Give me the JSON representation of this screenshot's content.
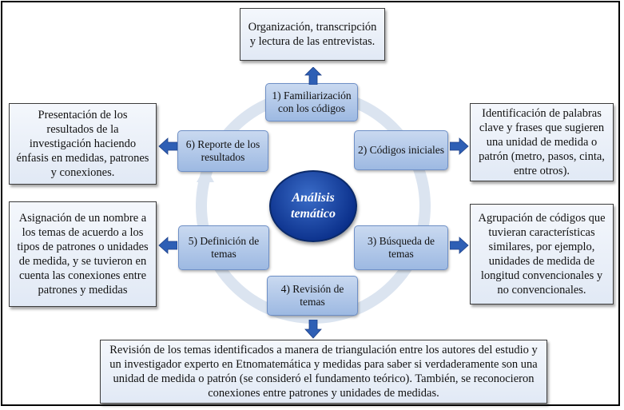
{
  "center": {
    "label": "Análisis temático"
  },
  "steps": [
    {
      "label": "1) Familiarización con los códigos"
    },
    {
      "label": "2) Códigos iniciales"
    },
    {
      "label": "3) Búsqueda de temas"
    },
    {
      "label": "4) Revisión de temas"
    },
    {
      "label": "5) Definición de temas"
    },
    {
      "label": "6) Reporte de los resultados"
    }
  ],
  "notes": [
    {
      "text": "Organización, transcripción y lectura de las entrevistas."
    },
    {
      "text": "Identificación de palabras clave y frases que sugieren una unidad de medida o patrón (metro, pasos, cinta, entre otros)."
    },
    {
      "text": "Agrupación de códigos que tuvieran características similares, por ejemplo, unidades de medida de longitud convencionales y no convencionales."
    },
    {
      "text": "Revisión de los temas identificados a manera de triangulación entre los autores del estudio y un investigador experto en Etnomatemática y medidas para saber si verdaderamente son una unidad de medida o patrón (se consideró el fundamento teórico). También, se reconocieron conexiones entre patrones y unidades de medidas."
    },
    {
      "text": "Asignación de un nombre a los temas de acuerdo a los tipos de patrones o unidades de medida, y se tuvieron en cuenta las conexiones entre patrones y medidas"
    },
    {
      "text": "Presentación de los resultados de la investigación haciendo énfasis en medidas, patrones y conexiones."
    }
  ],
  "colors": {
    "step_fill": "#b3cbeb",
    "note_fill": "#e8eef8",
    "center_fill": "#1d4aa8",
    "ring": "#dbe4f0",
    "arrow": "#2e5fb5"
  }
}
